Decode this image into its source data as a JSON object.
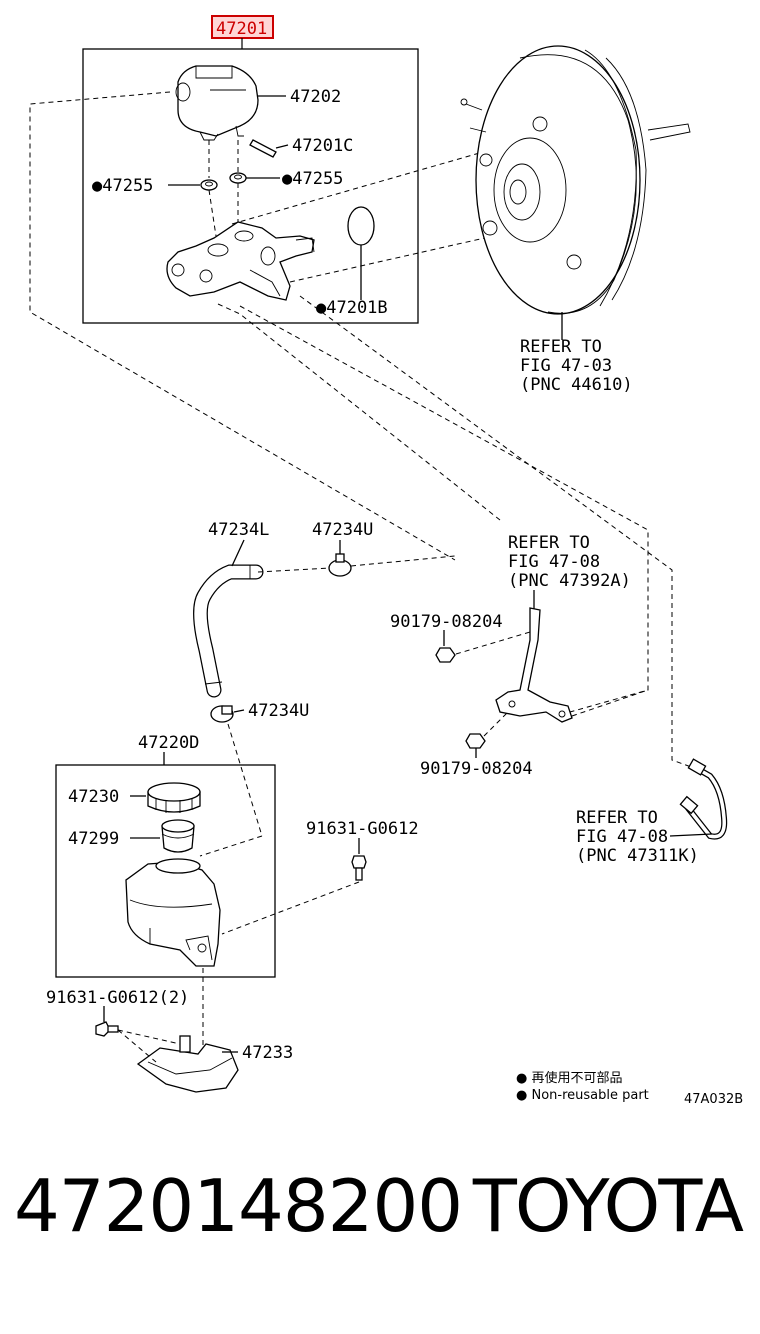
{
  "diagram": {
    "assembly_label": "47201",
    "labels": {
      "p47202": "47202",
      "p47201C": "47201C",
      "p47255_left": "●47255",
      "p47255_right": "●47255",
      "p47201B": "●47201B",
      "p47234L": "47234L",
      "p47234U_top": "47234U",
      "p47234U_bottom": "47234U",
      "p47220D": "47220D",
      "p47230": "47230",
      "p47299": "47299",
      "p91631_single": "91631-G0612",
      "p91631_double": "91631-G0612(2)",
      "p47233": "47233",
      "p90179_top": "90179-08204",
      "p90179_bottom": "90179-08204"
    },
    "refer_booster": [
      "REFER TO",
      "FIG 47-03",
      "(PNC 44610)"
    ],
    "refer_bracket": [
      "REFER TO",
      "FIG 47-08",
      "(PNC 47392A)"
    ],
    "refer_tube": [
      "REFER TO",
      "FIG 47-08",
      "(PNC 47311K)"
    ],
    "legend": {
      "chinese": "● 再使用不可部品",
      "english": "● Non-reusable part"
    },
    "figure_code": "47A032B",
    "highlight_color": "#cc0000"
  },
  "footer": {
    "part_number": "4720148200",
    "brand": "TOYOTA"
  }
}
